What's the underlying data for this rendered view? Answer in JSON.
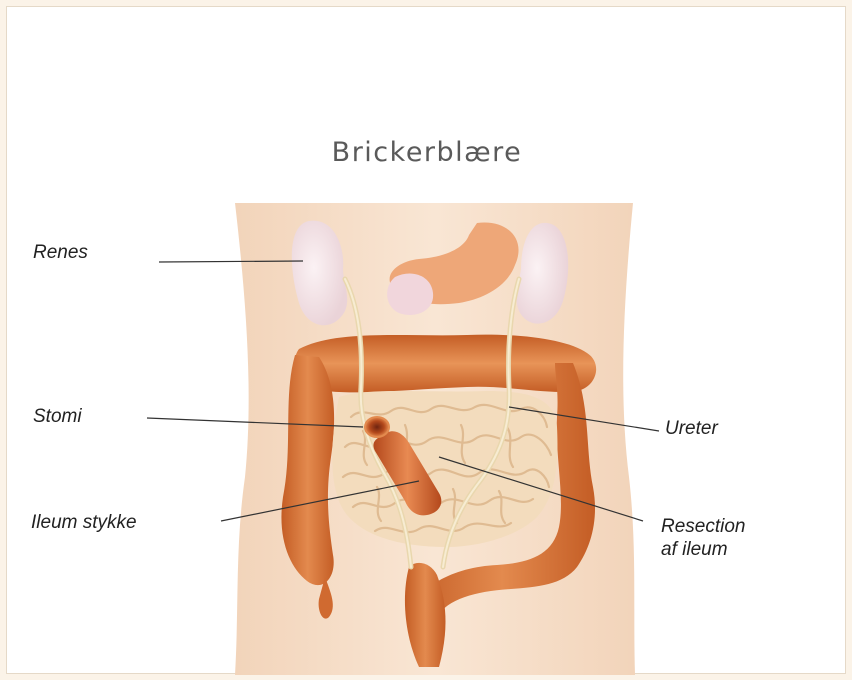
{
  "title": "Brickerblære",
  "labels": {
    "renes": "Renes",
    "stomi": "Stomi",
    "ileum_stykke": "Ileum stykke",
    "ureter": "Ureter",
    "resection": "Resection\naf ileum"
  },
  "colors": {
    "page_bg": "#fbf3e8",
    "skin": "#f6dcc4",
    "kidney": "#f5e6ea",
    "colon": "#d9783e",
    "small_intestine": "#f0d2ae",
    "ureter": "#ecdcb8"
  }
}
